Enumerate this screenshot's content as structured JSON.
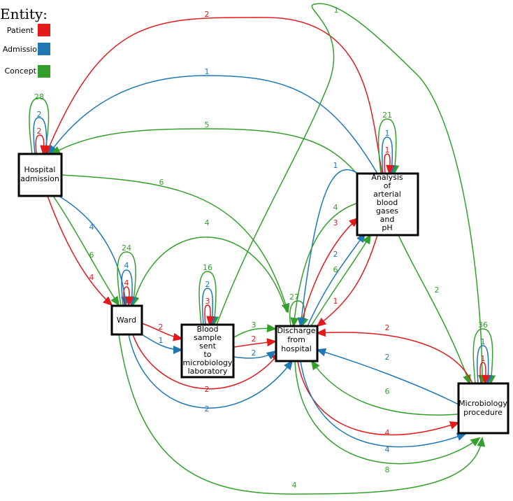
{
  "colors": {
    "patient": "#e31a1c",
    "admission": "#1f78b4",
    "concept": "#33a02c"
  },
  "legend": {
    "title": "Entity:",
    "items": [
      {
        "label": "Patient",
        "color": "#e31a1c"
      },
      {
        "label": "Admission",
        "color": "#1f78b4"
      },
      {
        "label": "Concept",
        "color": "#33a02c"
      }
    ]
  },
  "nodes": {
    "hospital_admission": [
      "Hospital",
      "admission"
    ],
    "ward": [
      "Ward"
    ],
    "blood_sample": [
      "Blood",
      "sample",
      "sent",
      "to",
      "microbiology",
      "laboratory"
    ],
    "discharge": [
      "Discharge",
      "from",
      "hospital"
    ],
    "abg": [
      "Analysis",
      "of",
      "arterial",
      "blood",
      "gases",
      "and",
      "pH"
    ],
    "microbiology": [
      "Microbiology",
      "procedure"
    ]
  },
  "edge_labels": {
    "ha_self_patient": "2",
    "ha_self_admission": "2",
    "ha_self_concept": "28",
    "ward_self_patient": "4",
    "ward_self_admission": "4",
    "ward_self_concept": "24",
    "bs_self_patient": "3",
    "bs_self_admission": "2",
    "bs_self_concept": "16",
    "dis_self_concept": "27",
    "abg_self_patient": "1",
    "abg_self_admission": "1",
    "abg_self_concept": "21",
    "micro_self_patient": "1",
    "micro_self_admission": "1",
    "micro_self_concept": "36",
    "abg_ha_patient": "2",
    "abg_ha_admission": "1",
    "abg_ha_concept": "5",
    "ha_ward_patient": "4",
    "ha_ward_admission": "4",
    "ha_ward_concept": "6",
    "ha_dis_concept": "6",
    "dis_ward_concept": "4",
    "ward_bs_patient": "2",
    "ward_bs_admission": "1",
    "ward_dis_patient": "2",
    "ward_dis_admission": "2",
    "ward_micro_concept": "4",
    "bs_dis_patient": "2",
    "bs_dis_admission": "2",
    "bs_dis_concept": "3",
    "bs_micro_concept": "1",
    "dis_abg_patient": "3",
    "dis_abg_admission": "2",
    "dis_abg_concept": "6",
    "abg_dis_patient": "1",
    "abg_dis_admission": "1",
    "abg_dis_concept": "4",
    "abg_micro_concept": "2",
    "micro_dis_patient": "2",
    "micro_dis_admission": "2",
    "micro_dis_concept": "6",
    "dis_micro_patient": "4",
    "dis_micro_admission": "4",
    "dis_micro_concept": "8"
  }
}
